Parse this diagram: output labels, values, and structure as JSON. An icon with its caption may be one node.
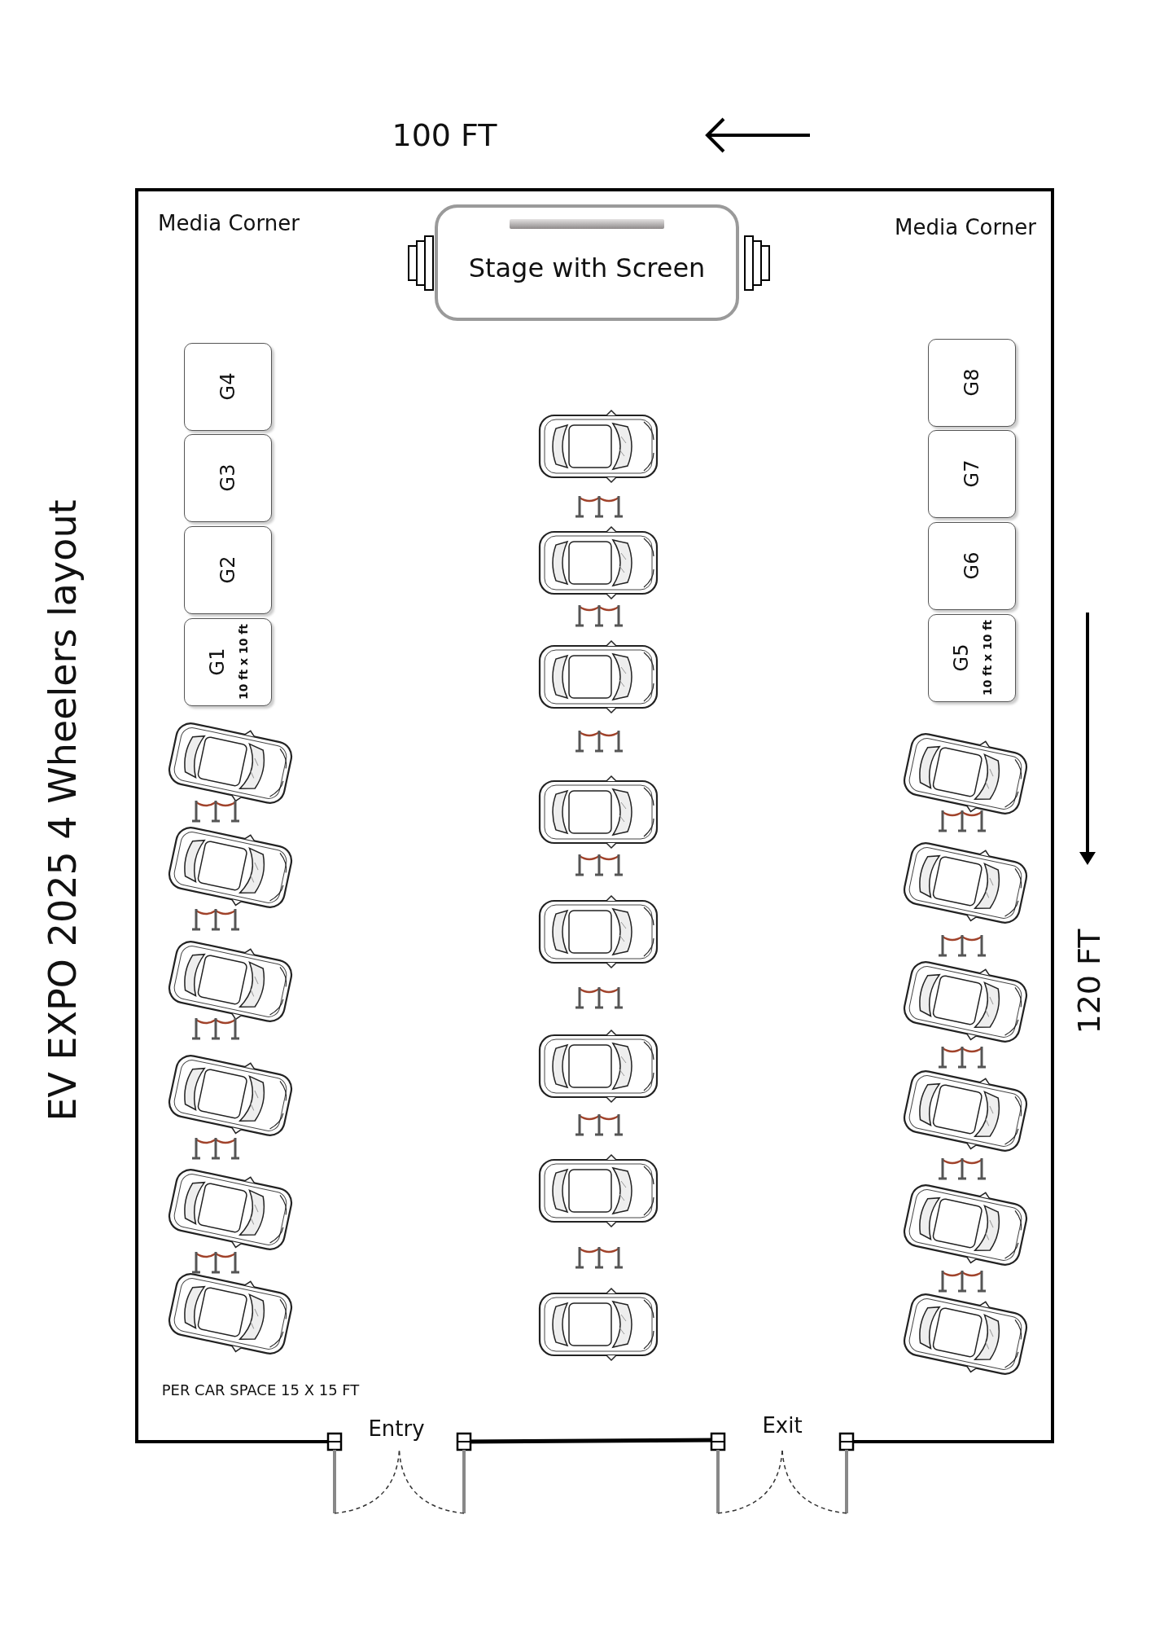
{
  "diagram": {
    "title": "EV EXPO 2025 4 Wheelers layout",
    "nodes": [
      {
        "text": [
          "Stage with Screen"
        ]
      },
      {
        "text": [
          "G4"
        ]
      },
      {
        "text": [
          "G3"
        ]
      },
      {
        "text": [
          "G2"
        ]
      },
      {
        "text": [
          "G1",
          "10 ft x 10 ft"
        ]
      },
      {
        "text": [
          "G8"
        ]
      },
      {
        "text": [
          "G7"
        ]
      },
      {
        "text": [
          "G6"
        ]
      },
      {
        "text": [
          "G5",
          "10 ft x 10 ft"
        ]
      }
    ],
    "labels": [
      "100 FT",
      "Media Corner",
      "Media Corner",
      "120 FT",
      "PER CAR SPACE 15 X 15 FT",
      "Entry",
      "Exit"
    ]
  }
}
